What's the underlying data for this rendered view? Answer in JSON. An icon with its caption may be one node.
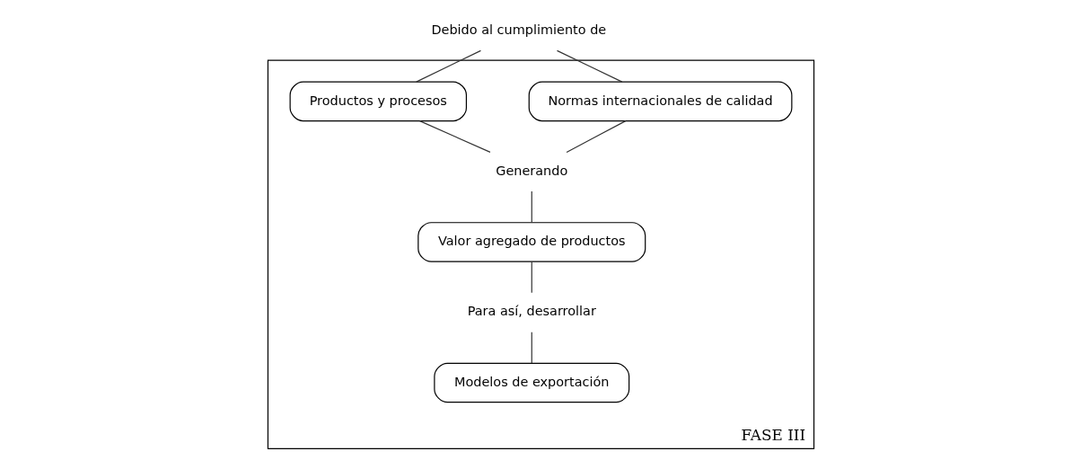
{
  "diagram": {
    "nodes": [
      {
        "text": [
          "Debido al cumplimiento de"
        ]
      },
      {
        "text": [
          "FASE III"
        ]
      },
      {
        "text": [
          "Normas internacionales de calidad"
        ],
        "in": 1
      },
      {
        "text": [
          "Productos y procesos"
        ],
        "in": 1
      },
      {
        "text": [
          "Generando"
        ],
        "in": 1
      },
      {
        "text": [
          "Valor agregado de productos"
        ],
        "in": 1
      },
      {
        "text": [
          "Para así, desarrollar"
        ],
        "in": 1
      },
      {
        "text": [
          "Modelos de exportación"
        ],
        "in": 1
      }
    ],
    "edges": [
      {
        "from": 0,
        "to": 2,
        "arrow": "none"
      },
      {
        "from": 0,
        "to": 3,
        "arrow": "none"
      },
      {
        "from": 2,
        "to": 4,
        "arrow": "none"
      },
      {
        "from": 3,
        "to": 4,
        "arrow": "none"
      },
      {
        "from": 4,
        "to": 5,
        "arrow": "none"
      },
      {
        "from": 5,
        "to": 6,
        "arrow": "none"
      },
      {
        "from": 6,
        "to": 7,
        "arrow": "none"
      }
    ]
  }
}
